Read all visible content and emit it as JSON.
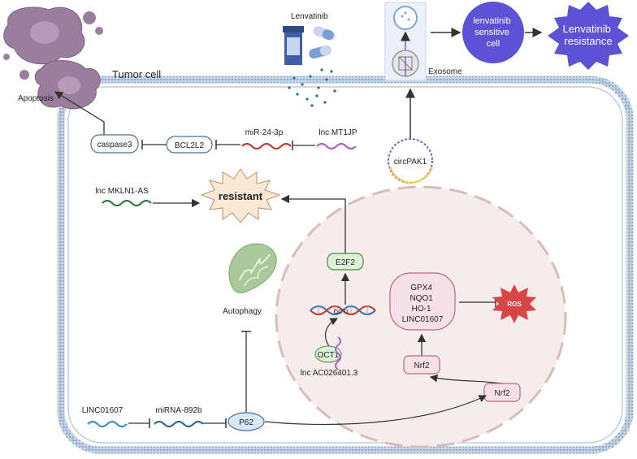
{
  "labels": {
    "tumor_cell": "Tumor cell",
    "apoptosis": "Apoptosis",
    "lenvatinib": "Lenvatinib",
    "exosome": "Exosome",
    "lenvatinib_sensitive_cell": [
      "lenvatinib",
      "sensitive",
      "cell"
    ],
    "lenvatinib_resistance": [
      "Lenvatinib",
      "resistance"
    ],
    "caspase3": "caspase3",
    "bcl2l2": "BCL2L2",
    "mir_24_3p": "miR-24-3p",
    "lnc_mt1jp": "lnc MT1JP",
    "circpak1": "circPAK1",
    "lnc_mkln1_as": "lnc MKLN1-AS",
    "resistant": "resistant",
    "e2f2": "E2F2",
    "autophagy": "Autophagy",
    "oct1_small": "OCT1",
    "oct1": "OCT1",
    "lnc_ac026401": "lnc AC026401.3",
    "gpx4_group": [
      "GPX4",
      "NQO1",
      "HO-1",
      "LINC01607"
    ],
    "ros": "ROS",
    "nrf2_nucleus": "Nrf2",
    "nrf2_cyto": "Nrf2",
    "linc01607": "LINC01607",
    "mirna_892b": "miRNA-892b",
    "p62": "P62"
  },
  "colors": {
    "membrane": "#a9bfd6",
    "nucleus_fill": "#f7ecec",
    "nucleus_stroke": "#d9bcbc",
    "resistance_star": "#5b52d6",
    "sensitive_cell": "#5b52d6",
    "ros_star": "#d94545",
    "resistant_star": "#f8e8d4",
    "apoptotic_cell": "#9b7e9e",
    "mitochondria": "#a9c99b",
    "e2f2_fill": "#dff0d8",
    "p62_fill": "#d8e8f7",
    "nrf2_fill": "#f6e1e8",
    "caspase_fill": "#ffffff",
    "mir_red": "#c0392b",
    "lnc_purple": "#b15cc9",
    "lnc_green": "#2f7a3a",
    "linc_blue": "#3a8fc9",
    "mirna_teal": "#2a6b8a"
  }
}
